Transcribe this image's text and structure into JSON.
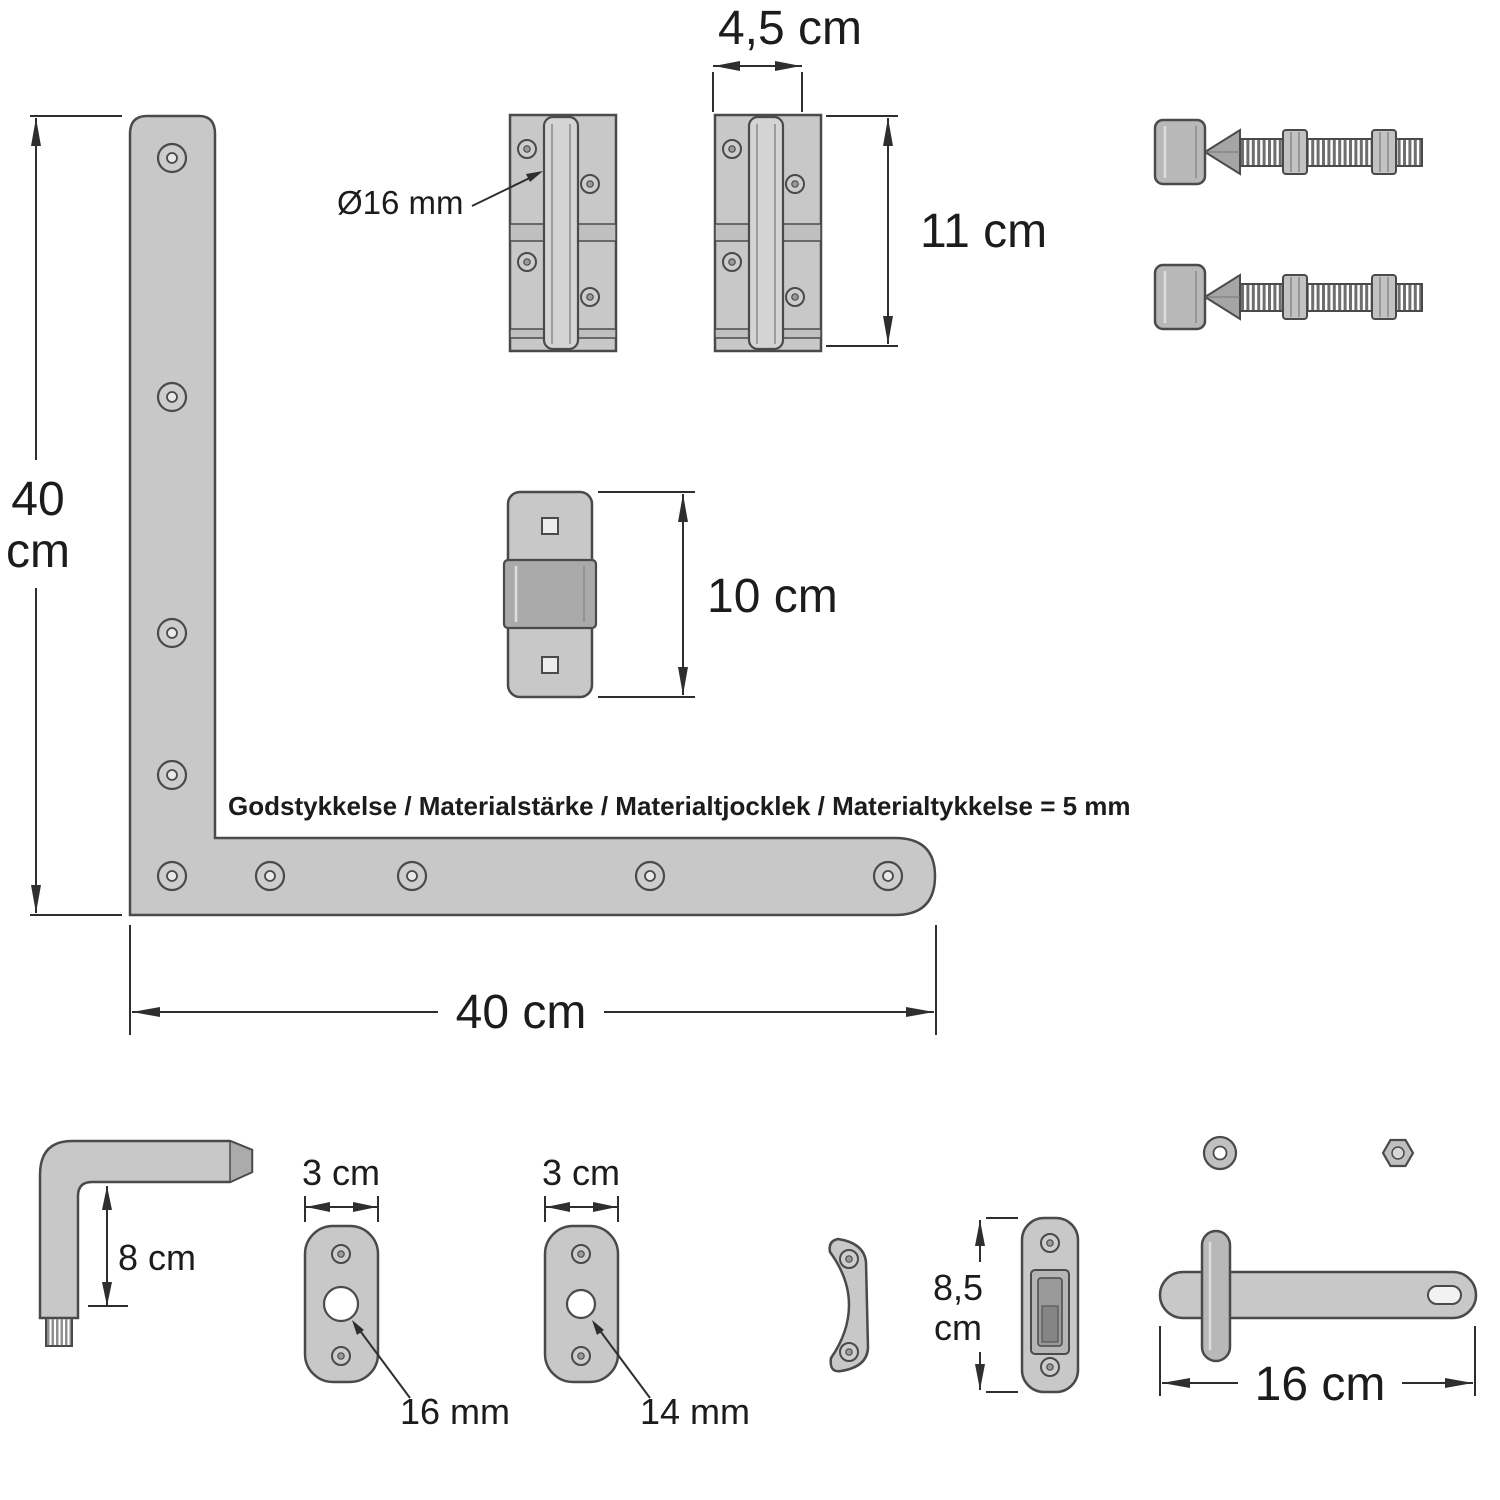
{
  "drawing": {
    "kind": "gate hardware technical drawing"
  },
  "colors": {
    "background": "#ffffff",
    "part_fill": "#c8c8c8",
    "part_stroke": "#4a4a4a",
    "dimension_line": "#2e2e2e",
    "text": "#1c1c1c"
  },
  "dims": {
    "v40_value": "40",
    "v40_unit": "cm",
    "h40": "40 cm",
    "width45": "4,5 cm",
    "height11": "11 cm",
    "dia16": "Ø16 mm",
    "height10": "10 cm",
    "pin8": "8 cm",
    "plate3_left": "3 cm",
    "plate3_right": "3 cm",
    "hole16": "16 mm",
    "hole14": "14 mm",
    "keeper85_value": "8,5",
    "keeper85_unit": "cm",
    "latch16": "16 cm"
  },
  "note": {
    "material": "Godstykkelse / Materialstärke / Materialtjocklek / Materialtykkelse = 5 mm"
  }
}
